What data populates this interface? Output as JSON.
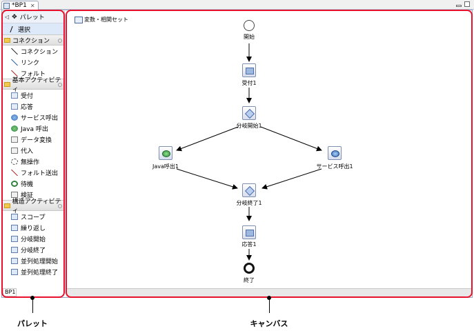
{
  "editor": {
    "tab_title": "*BP1",
    "bottom_tab": "BP1"
  },
  "palette": {
    "header": "パレット",
    "select_tool": "選択",
    "drawers": [
      {
        "title": "コネクション",
        "items": [
          {
            "label": "コネクション",
            "icon": "connection-icon"
          },
          {
            "label": "リンク",
            "icon": "link-icon"
          },
          {
            "label": "フォルト",
            "icon": "fault-icon"
          }
        ]
      },
      {
        "title": "基本アクティビティ",
        "items": [
          {
            "label": "受付",
            "icon": "receive-icon"
          },
          {
            "label": "応答",
            "icon": "reply-icon"
          },
          {
            "label": "サービス呼出",
            "icon": "service-call-icon"
          },
          {
            "label": "Java 呼出",
            "icon": "java-call-icon"
          },
          {
            "label": "データ変換",
            "icon": "data-transform-icon"
          },
          {
            "label": "代入",
            "icon": "assign-icon"
          },
          {
            "label": "無操作",
            "icon": "no-op-icon"
          },
          {
            "label": "フォルト送出",
            "icon": "throw-fault-icon"
          },
          {
            "label": "待機",
            "icon": "wait-icon"
          },
          {
            "label": "検証",
            "icon": "validate-icon"
          }
        ]
      },
      {
        "title": "構造アクティビティ",
        "items": [
          {
            "label": "スコープ",
            "icon": "scope-icon"
          },
          {
            "label": "繰り返し",
            "icon": "loop-icon"
          },
          {
            "label": "分岐開始",
            "icon": "branch-start-icon"
          },
          {
            "label": "分岐終了",
            "icon": "branch-end-icon"
          },
          {
            "label": "並列処理開始",
            "icon": "parallel-start-icon"
          },
          {
            "label": "並列処理終了",
            "icon": "parallel-end-icon"
          }
        ]
      }
    ]
  },
  "canvas": {
    "variable_set": "変数・相関セット",
    "nodes": {
      "start": "開始",
      "receive": "受付1",
      "branch_start": "分岐開始1",
      "java_call": "Java呼出1",
      "service_call": "サービス呼出1",
      "branch_end": "分岐終了1",
      "reply": "応答1",
      "end": "終了"
    }
  },
  "callouts": {
    "palette": "パレット",
    "canvas": "キャンバス"
  },
  "colors": {
    "annotation": "#e8102a",
    "selection": "#dde8f8"
  }
}
